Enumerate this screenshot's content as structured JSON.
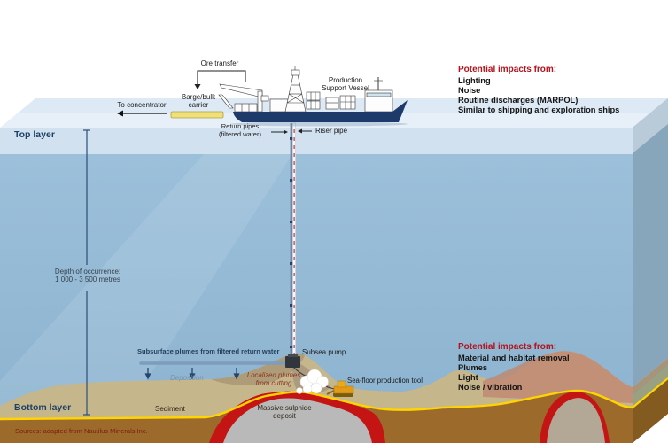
{
  "colors": {
    "water": "#92b9d5",
    "water_surface": "#e7f0f9",
    "top_layer_band": "#d2e1f0",
    "sediment_tan": "#c6b68c",
    "substrate_brown": "#9c6a2b",
    "sulphide_red": "#c41414",
    "deposit_gray": "#b9b9b9",
    "sediment_line_yellow": "#ffd400",
    "hull_navy": "#1e3a6b",
    "impact_heading_red": "#b5121b",
    "barge_yellow": "#efe07a",
    "tool_orange": "#e39b17"
  },
  "surface": {
    "ore_transfer": "Ore transfer",
    "to_concentrator": "To concentrator",
    "barge_carrier": "Barge/bulk\ncarrier",
    "production_vessel": "Production\nSupport Vessel",
    "return_pipes": "Return pipes\n(filtered water)",
    "riser_pipe": "Riser pipe"
  },
  "water_labels": {
    "top_layer": "Top layer",
    "bottom_layer": "Bottom layer",
    "depth": "Depth of occurrence:\n1 000 - 3 500 metres"
  },
  "impacts_top": {
    "title": "Potential impacts from:",
    "items": [
      "Lighting",
      "Noise",
      "Routine discharges (MARPOL)",
      "Similar to shipping and exploration ships"
    ]
  },
  "impacts_bottom": {
    "title": "Potential impacts from:",
    "items": [
      "Material and habitat removal",
      "Plumes",
      "Light",
      "Noise / vibration"
    ]
  },
  "seafloor_labels": {
    "subsurface_plumes": "Subsurface plumes from filtered return water",
    "deposition": "Deposition",
    "localized_plumes": "Localized plumes\nfrom cutting",
    "subsea_pump": "Subsea pump",
    "production_tool": "Sea-floor production tool",
    "sediment": "Sediment",
    "massive_sulphide": "Massive sulphide\ndeposit"
  },
  "source_note": "Sources: adapted from Nautilus Minerals Inc."
}
